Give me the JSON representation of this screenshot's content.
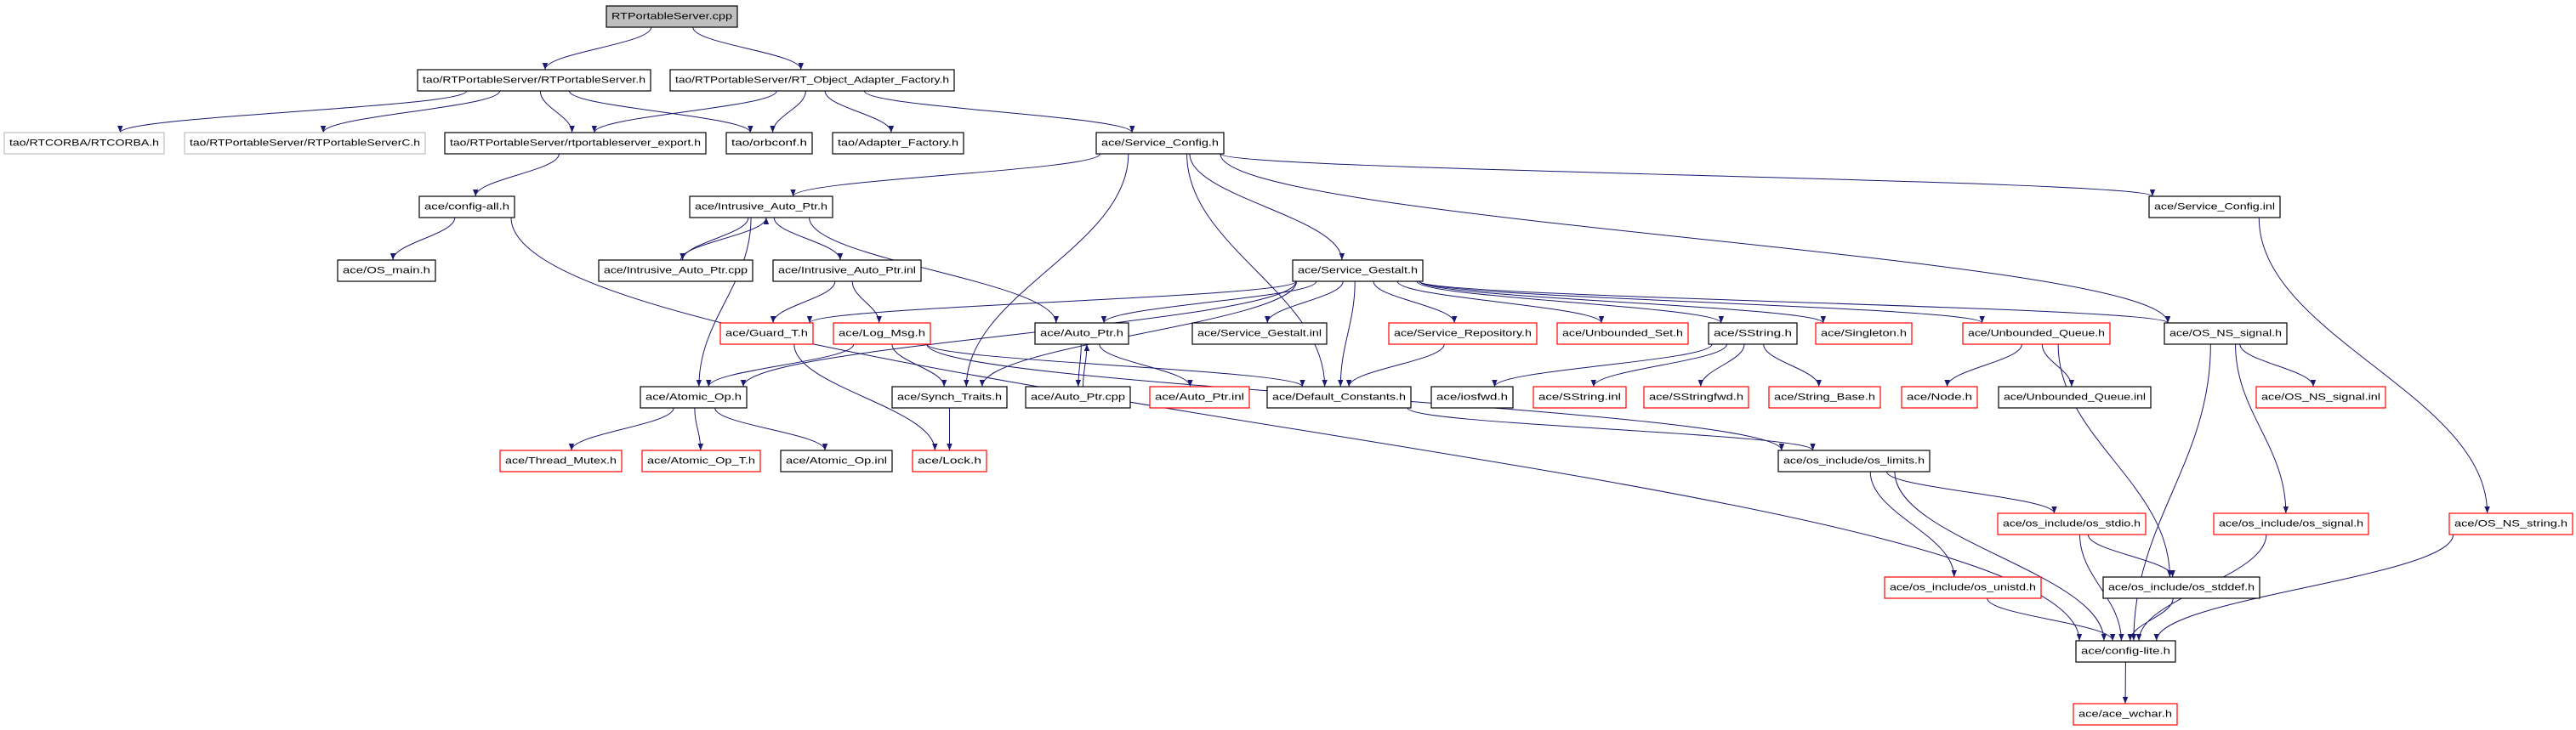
{
  "colors": {
    "edge": "#191970",
    "normal_border": "#000000",
    "missing_border": "#ff0000",
    "external_border": "#bfbfbf",
    "root_fill": "#bfbfbf"
  },
  "nodes": [
    {
      "id": "cpp",
      "label": "RTPortableServer.cpp",
      "style": "root"
    },
    {
      "id": "rtps_h",
      "label": "tao/RTPortableServer/RTPortableServer.h",
      "style": "normal"
    },
    {
      "id": "rtoaf",
      "label": "tao/RTPortableServer/RT_Object_Adapter_Factory.h",
      "style": "normal"
    },
    {
      "id": "rtcorba",
      "label": "tao/RTCORBA/RTCORBA.h",
      "style": "gray"
    },
    {
      "id": "rtpsc",
      "label": "tao/RTPortableServer/RTPortableServerC.h",
      "style": "gray"
    },
    {
      "id": "export",
      "label": "tao/RTPortableServer/rtportableserver_export.h",
      "style": "normal"
    },
    {
      "id": "orbconf",
      "label": "tao/orbconf.h",
      "style": "normal"
    },
    {
      "id": "adapter",
      "label": "tao/Adapter_Factory.h",
      "style": "normal"
    },
    {
      "id": "svcconf",
      "label": "ace/Service_Config.h",
      "style": "normal"
    },
    {
      "id": "cfgall",
      "label": "ace/config-all.h",
      "style": "normal"
    },
    {
      "id": "iap_h",
      "label": "ace/Intrusive_Auto_Ptr.h",
      "style": "normal"
    },
    {
      "id": "svcconf_inl",
      "label": "ace/Service_Config.inl",
      "style": "normal"
    },
    {
      "id": "osmain",
      "label": "ace/OS_main.h",
      "style": "normal"
    },
    {
      "id": "iap_cpp",
      "label": "ace/Intrusive_Auto_Ptr.cpp",
      "style": "normal"
    },
    {
      "id": "iap_inl",
      "label": "ace/Intrusive_Auto_Ptr.inl",
      "style": "normal"
    },
    {
      "id": "gestalt",
      "label": "ace/Service_Gestalt.h",
      "style": "normal"
    },
    {
      "id": "guard",
      "label": "ace/Guard_T.h",
      "style": "red"
    },
    {
      "id": "logmsg",
      "label": "ace/Log_Msg.h",
      "style": "red"
    },
    {
      "id": "autoptr",
      "label": "ace/Auto_Ptr.h",
      "style": "normal"
    },
    {
      "id": "gestalt_inl",
      "label": "ace/Service_Gestalt.inl",
      "style": "normal"
    },
    {
      "id": "svcrepo",
      "label": "ace/Service_Repository.h",
      "style": "red"
    },
    {
      "id": "uset",
      "label": "ace/Unbounded_Set.h",
      "style": "red"
    },
    {
      "id": "sstring",
      "label": "ace/SString.h",
      "style": "normal"
    },
    {
      "id": "singleton",
      "label": "ace/Singleton.h",
      "style": "red"
    },
    {
      "id": "uqueue",
      "label": "ace/Unbounded_Queue.h",
      "style": "red"
    },
    {
      "id": "nssignal",
      "label": "ace/OS_NS_signal.h",
      "style": "normal"
    },
    {
      "id": "atomic",
      "label": "ace/Atomic_Op.h",
      "style": "normal"
    },
    {
      "id": "synch",
      "label": "ace/Synch_Traits.h",
      "style": "normal"
    },
    {
      "id": "autoptr_cpp",
      "label": "ace/Auto_Ptr.cpp",
      "style": "normal"
    },
    {
      "id": "autoptr_inl",
      "label": "ace/Auto_Ptr.inl",
      "style": "red"
    },
    {
      "id": "defconst",
      "label": "ace/Default_Constants.h",
      "style": "normal"
    },
    {
      "id": "iosfwd",
      "label": "ace/iosfwd.h",
      "style": "normal"
    },
    {
      "id": "sstring_inl",
      "label": "ace/SString.inl",
      "style": "red"
    },
    {
      "id": "sstringfwd",
      "label": "ace/SStringfwd.h",
      "style": "red"
    },
    {
      "id": "strbase",
      "label": "ace/String_Base.h",
      "style": "red"
    },
    {
      "id": "node",
      "label": "ace/Node.h",
      "style": "red"
    },
    {
      "id": "uqueue_inl",
      "label": "ace/Unbounded_Queue.inl",
      "style": "normal"
    },
    {
      "id": "nssignal_inl",
      "label": "ace/OS_NS_signal.inl",
      "style": "red"
    },
    {
      "id": "mutex",
      "label": "ace/Thread_Mutex.h",
      "style": "red"
    },
    {
      "id": "atomic_t",
      "label": "ace/Atomic_Op_T.h",
      "style": "red"
    },
    {
      "id": "atomic_inl",
      "label": "ace/Atomic_Op.inl",
      "style": "normal"
    },
    {
      "id": "lock",
      "label": "ace/Lock.h",
      "style": "red"
    },
    {
      "id": "limits",
      "label": "ace/os_include/os_limits.h",
      "style": "normal"
    },
    {
      "id": "stdio",
      "label": "ace/os_include/os_stdio.h",
      "style": "red"
    },
    {
      "id": "ossignal",
      "label": "ace/os_include/os_signal.h",
      "style": "red"
    },
    {
      "id": "nsstring",
      "label": "ace/OS_NS_string.h",
      "style": "red"
    },
    {
      "id": "unistd",
      "label": "ace/os_include/os_unistd.h",
      "style": "red"
    },
    {
      "id": "stddef",
      "label": "ace/os_include/os_stddef.h",
      "style": "normal"
    },
    {
      "id": "cfglite",
      "label": "ace/config-lite.h",
      "style": "normal"
    },
    {
      "id": "wchar",
      "label": "ace/ace_wchar.h",
      "style": "red"
    }
  ],
  "edges": [
    [
      "cpp",
      "rtps_h"
    ],
    [
      "cpp",
      "rtoaf"
    ],
    [
      "rtps_h",
      "rtcorba"
    ],
    [
      "rtps_h",
      "rtpsc"
    ],
    [
      "rtps_h",
      "export"
    ],
    [
      "rtps_h",
      "orbconf"
    ],
    [
      "rtoaf",
      "export"
    ],
    [
      "rtoaf",
      "orbconf"
    ],
    [
      "rtoaf",
      "adapter"
    ],
    [
      "rtoaf",
      "svcconf"
    ],
    [
      "export",
      "cfgall"
    ],
    [
      "cfgall",
      "osmain"
    ],
    [
      "cfgall",
      "cfglite"
    ],
    [
      "svcconf",
      "iap_h"
    ],
    [
      "svcconf",
      "synch"
    ],
    [
      "svcconf",
      "defconst"
    ],
    [
      "svcconf",
      "gestalt"
    ],
    [
      "svcconf",
      "svcconf_inl"
    ],
    [
      "svcconf",
      "nssignal"
    ],
    [
      "iap_h",
      "iap_cpp"
    ],
    [
      "iap_h",
      "iap_inl"
    ],
    [
      "iap_h",
      "atomic"
    ],
    [
      "iap_h",
      "autoptr"
    ],
    [
      "iap_cpp",
      "iap_h"
    ],
    [
      "iap_inl",
      "guard"
    ],
    [
      "iap_inl",
      "logmsg"
    ],
    [
      "gestalt",
      "atomic"
    ],
    [
      "gestalt",
      "guard"
    ],
    [
      "gestalt",
      "autoptr"
    ],
    [
      "gestalt",
      "synch"
    ],
    [
      "gestalt",
      "gestalt_inl"
    ],
    [
      "gestalt",
      "defconst"
    ],
    [
      "gestalt",
      "svcrepo"
    ],
    [
      "gestalt",
      "uset"
    ],
    [
      "gestalt",
      "sstring"
    ],
    [
      "gestalt",
      "singleton"
    ],
    [
      "gestalt",
      "uqueue"
    ],
    [
      "gestalt",
      "nssignal"
    ],
    [
      "guard",
      "lock"
    ],
    [
      "logmsg",
      "atomic"
    ],
    [
      "logmsg",
      "synch"
    ],
    [
      "logmsg",
      "defconst"
    ],
    [
      "logmsg",
      "limits"
    ],
    [
      "autoptr",
      "autoptr_cpp"
    ],
    [
      "autoptr",
      "autoptr_inl"
    ],
    [
      "autoptr_cpp",
      "autoptr"
    ],
    [
      "svcrepo",
      "defconst"
    ],
    [
      "sstring",
      "iosfwd"
    ],
    [
      "sstring",
      "sstring_inl"
    ],
    [
      "sstring",
      "sstringfwd"
    ],
    [
      "sstring",
      "strbase"
    ],
    [
      "uqueue",
      "node"
    ],
    [
      "uqueue",
      "uqueue_inl"
    ],
    [
      "uqueue",
      "stddef"
    ],
    [
      "nssignal",
      "nssignal_inl"
    ],
    [
      "nssignal",
      "ossignal"
    ],
    [
      "nssignal",
      "cfglite"
    ],
    [
      "svcconf_inl",
      "nsstring"
    ],
    [
      "atomic",
      "mutex"
    ],
    [
      "atomic",
      "atomic_t"
    ],
    [
      "atomic",
      "atomic_inl"
    ],
    [
      "synch",
      "lock"
    ],
    [
      "defconst",
      "limits"
    ],
    [
      "limits",
      "stdio"
    ],
    [
      "limits",
      "unistd"
    ],
    [
      "limits",
      "cfglite"
    ],
    [
      "stdio",
      "stddef"
    ],
    [
      "stdio",
      "cfglite"
    ],
    [
      "unistd",
      "cfglite"
    ],
    [
      "stddef",
      "cfglite"
    ],
    [
      "ossignal",
      "cfglite"
    ],
    [
      "nsstring",
      "cfglite"
    ],
    [
      "cfglite",
      "wchar"
    ]
  ]
}
